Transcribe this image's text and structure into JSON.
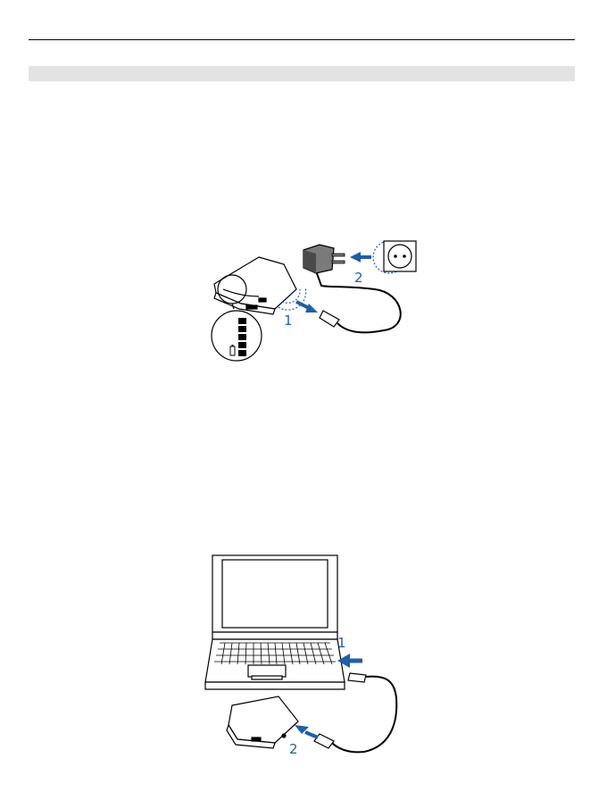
{
  "figures": {
    "wall_charger": {
      "step_1": "1",
      "step_2": "2",
      "accent_color": "#1f5fa8",
      "icons": [
        "phone-icon",
        "charger-icon",
        "wall-socket-icon",
        "battery-bars-icon",
        "arrow-icon"
      ]
    },
    "usb_laptop": {
      "step_1": "1",
      "step_2": "2",
      "accent_color": "#1f5fa8",
      "icons": [
        "laptop-icon",
        "usb-cable-icon",
        "phone-icon",
        "arrow-icon"
      ]
    }
  }
}
